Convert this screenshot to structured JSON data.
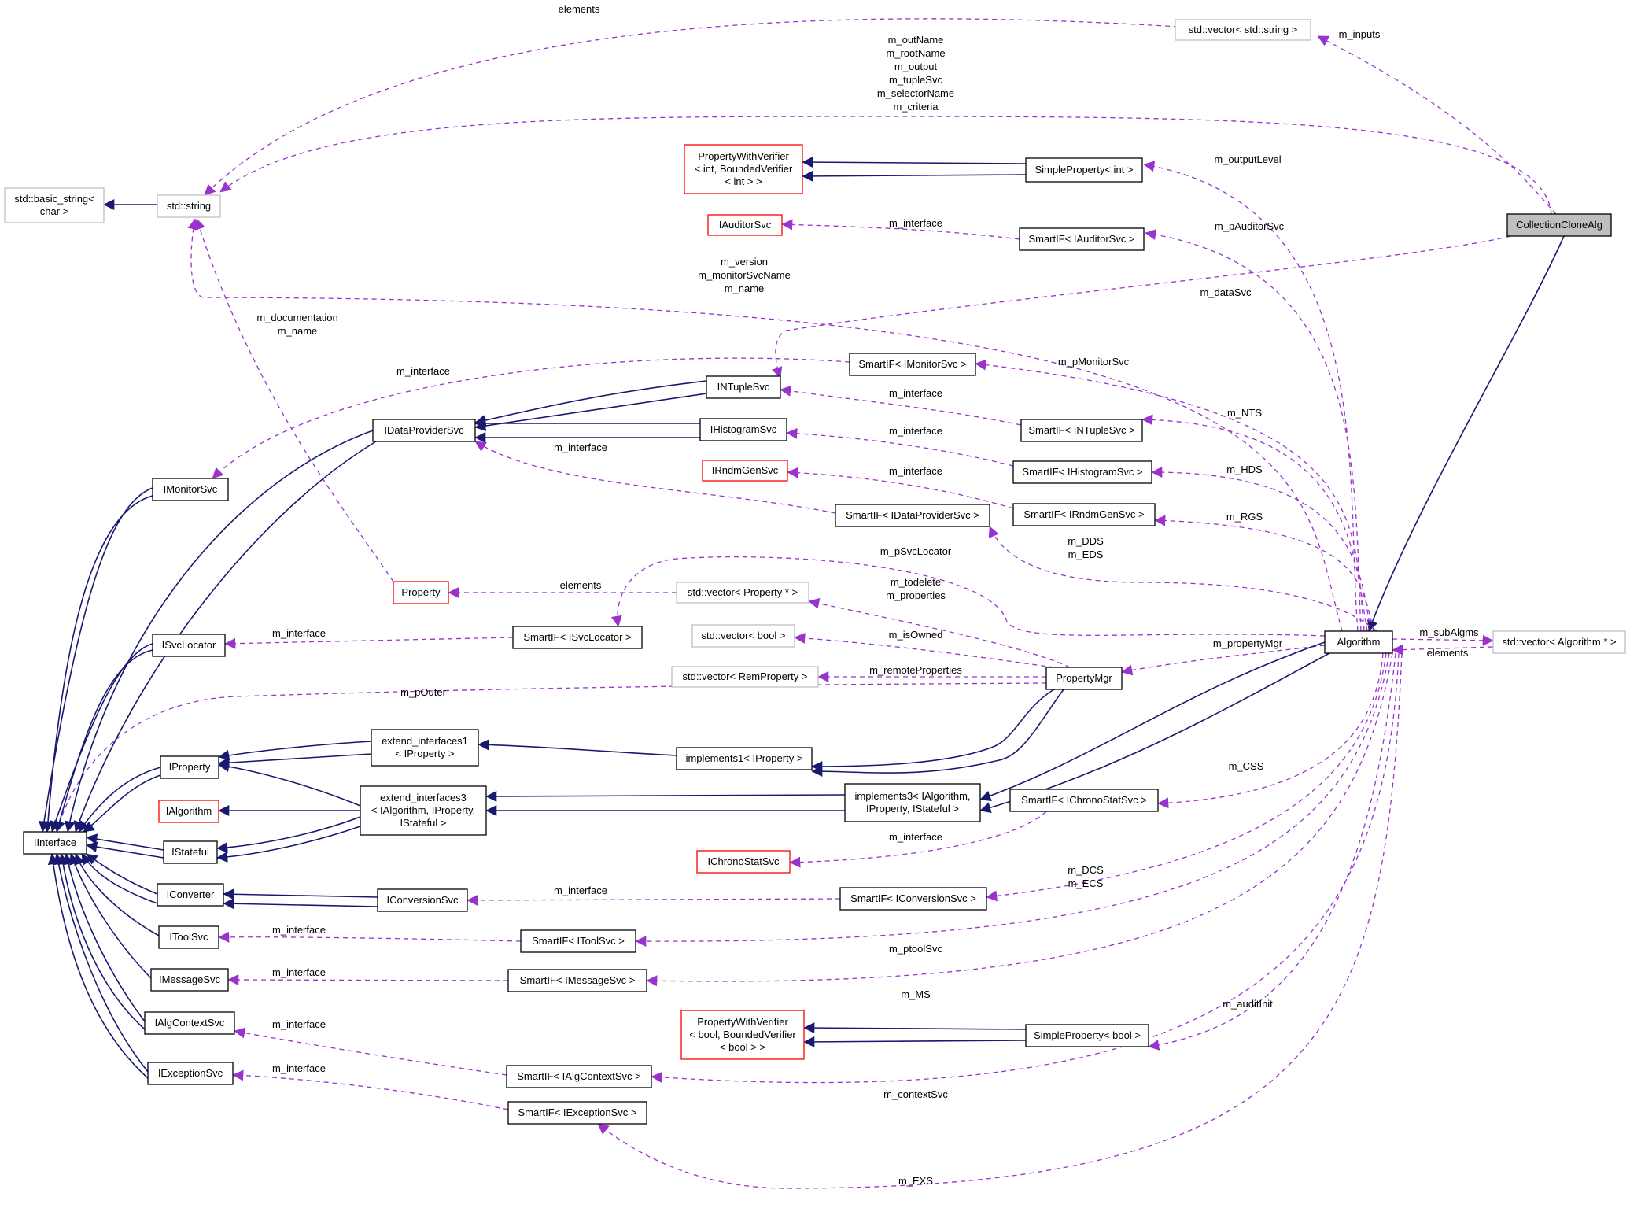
{
  "colors": {
    "inheritance": "#191970",
    "usage": "#9a32cd",
    "box_normal": "#000000",
    "box_incomplete": "#bfbfbf",
    "box_undocumented": "#ff0000",
    "focus_fill": "#bfbfbf"
  },
  "nodes": [
    {
      "id": "CollectionCloneAlg",
      "lines": [
        "CollectionCloneAlg"
      ],
      "style": "focus"
    },
    {
      "id": "Algorithm",
      "lines": [
        "Algorithm"
      ],
      "style": "normal"
    },
    {
      "id": "vecString",
      "lines": [
        "std::vector< std::string >"
      ],
      "style": "grey"
    },
    {
      "id": "stdstring",
      "lines": [
        "std::string"
      ],
      "style": "grey"
    },
    {
      "id": "basicstring",
      "lines": [
        "std::basic_string<",
        "char >"
      ],
      "style": "grey"
    },
    {
      "id": "PWVint",
      "lines": [
        "PropertyWithVerifier",
        "< int, BoundedVerifier",
        "< int > >"
      ],
      "style": "red"
    },
    {
      "id": "SPint",
      "lines": [
        "SimpleProperty< int >"
      ],
      "style": "normal"
    },
    {
      "id": "IAuditorSvc",
      "lines": [
        "IAuditorSvc"
      ],
      "style": "red"
    },
    {
      "id": "SIFAuditor",
      "lines": [
        "SmartIF< IAuditorSvc >"
      ],
      "style": "normal"
    },
    {
      "id": "SIFMonitor",
      "lines": [
        "SmartIF< IMonitorSvc >"
      ],
      "style": "normal"
    },
    {
      "id": "INTupleSvc",
      "lines": [
        "INTupleSvc"
      ],
      "style": "normal"
    },
    {
      "id": "SIFNTuple",
      "lines": [
        "SmartIF< INTupleSvc >"
      ],
      "style": "normal"
    },
    {
      "id": "IDataProviderSvc",
      "lines": [
        "IDataProviderSvc"
      ],
      "style": "normal"
    },
    {
      "id": "IHistogramSvc",
      "lines": [
        "IHistogramSvc"
      ],
      "style": "normal"
    },
    {
      "id": "SIFHist",
      "lines": [
        "SmartIF< IHistogramSvc >"
      ],
      "style": "normal"
    },
    {
      "id": "IRndmGenSvc",
      "lines": [
        "IRndmGenSvc"
      ],
      "style": "red"
    },
    {
      "id": "SIFRndm",
      "lines": [
        "SmartIF< IRndmGenSvc >"
      ],
      "style": "normal"
    },
    {
      "id": "SIFDataProv",
      "lines": [
        "SmartIF< IDataProviderSvc >"
      ],
      "style": "normal"
    },
    {
      "id": "IMonitorSvc",
      "lines": [
        "IMonitorSvc"
      ],
      "style": "normal"
    },
    {
      "id": "Property",
      "lines": [
        "Property"
      ],
      "style": "red"
    },
    {
      "id": "vecProp",
      "lines": [
        "std::vector< Property * >"
      ],
      "style": "grey"
    },
    {
      "id": "vecBool",
      "lines": [
        "std::vector< bool >"
      ],
      "style": "grey"
    },
    {
      "id": "vecRem",
      "lines": [
        "std::vector< RemProperty >"
      ],
      "style": "grey"
    },
    {
      "id": "ISvcLocator",
      "lines": [
        "ISvcLocator"
      ],
      "style": "normal"
    },
    {
      "id": "SIFSvcLoc",
      "lines": [
        "SmartIF< ISvcLocator >"
      ],
      "style": "normal"
    },
    {
      "id": "PropertyMgr",
      "lines": [
        "PropertyMgr"
      ],
      "style": "normal"
    },
    {
      "id": "vecAlg",
      "lines": [
        "std::vector< Algorithm * >"
      ],
      "style": "grey"
    },
    {
      "id": "IProperty",
      "lines": [
        "IProperty"
      ],
      "style": "normal"
    },
    {
      "id": "ext1",
      "lines": [
        "extend_interfaces1",
        "< IProperty >"
      ],
      "style": "normal"
    },
    {
      "id": "impl1",
      "lines": [
        "implements1< IProperty >"
      ],
      "style": "normal"
    },
    {
      "id": "IAlgorithm",
      "lines": [
        "IAlgorithm"
      ],
      "style": "red"
    },
    {
      "id": "ext3",
      "lines": [
        "extend_interfaces3",
        "< IAlgorithm, IProperty,",
        "IStateful >"
      ],
      "style": "normal"
    },
    {
      "id": "impl3",
      "lines": [
        "implements3< IAlgorithm,",
        "IProperty, IStateful >"
      ],
      "style": "normal"
    },
    {
      "id": "SIFChrono",
      "lines": [
        "SmartIF< IChronoStatSvc >"
      ],
      "style": "normal"
    },
    {
      "id": "IInterface",
      "lines": [
        "IInterface"
      ],
      "style": "normal"
    },
    {
      "id": "IStateful",
      "lines": [
        "IStateful"
      ],
      "style": "normal"
    },
    {
      "id": "IChronoStatSvc",
      "lines": [
        "IChronoStatSvc"
      ],
      "style": "red"
    },
    {
      "id": "IConverter",
      "lines": [
        "IConverter"
      ],
      "style": "normal"
    },
    {
      "id": "IConversionSvc",
      "lines": [
        "IConversionSvc"
      ],
      "style": "normal"
    },
    {
      "id": "SIFConv",
      "lines": [
        "SmartIF< IConversionSvc >"
      ],
      "style": "normal"
    },
    {
      "id": "IToolSvc",
      "lines": [
        "IToolSvc"
      ],
      "style": "normal"
    },
    {
      "id": "SIFTool",
      "lines": [
        "SmartIF< IToolSvc >"
      ],
      "style": "normal"
    },
    {
      "id": "IMessageSvc",
      "lines": [
        "IMessageSvc"
      ],
      "style": "normal"
    },
    {
      "id": "SIFMsg",
      "lines": [
        "SmartIF< IMessageSvc >"
      ],
      "style": "normal"
    },
    {
      "id": "PWVbool",
      "lines": [
        "PropertyWithVerifier",
        "< bool, BoundedVerifier",
        "< bool > >"
      ],
      "style": "red"
    },
    {
      "id": "SPbool",
      "lines": [
        "SimpleProperty< bool >"
      ],
      "style": "normal"
    },
    {
      "id": "IAlgContextSvc",
      "lines": [
        "IAlgContextSvc"
      ],
      "style": "normal"
    },
    {
      "id": "SIFAlgCtx",
      "lines": [
        "SmartIF< IAlgContextSvc >"
      ],
      "style": "normal"
    },
    {
      "id": "IExceptionSvc",
      "lines": [
        "IExceptionSvc"
      ],
      "style": "normal"
    },
    {
      "id": "SIFExc",
      "lines": [
        "SmartIF< IExceptionSvc >"
      ],
      "style": "normal"
    }
  ],
  "edge_labels": [
    {
      "id": "el_elements_top",
      "lines": [
        "elements"
      ]
    },
    {
      "id": "el_inputs",
      "lines": [
        "m_inputs"
      ]
    },
    {
      "id": "el_names",
      "lines": [
        "m_outName",
        "m_rootName",
        "m_output",
        "m_tupleSvc",
        "m_selectorName",
        "m_criteria"
      ]
    },
    {
      "id": "el_outputLevel",
      "lines": [
        "m_outputLevel"
      ]
    },
    {
      "id": "el_auditor_iface",
      "lines": [
        "m_interface"
      ]
    },
    {
      "id": "el_pAuditorSvc",
      "lines": [
        "m_pAuditorSvc"
      ]
    },
    {
      "id": "el_version",
      "lines": [
        "m_version",
        "m_monitorSvcName",
        "m_name"
      ]
    },
    {
      "id": "el_dataSvc",
      "lines": [
        "m_dataSvc"
      ]
    },
    {
      "id": "el_doc",
      "lines": [
        "m_documentation",
        "m_name"
      ]
    },
    {
      "id": "el_monitor_iface",
      "lines": [
        "m_interface"
      ]
    },
    {
      "id": "el_pMonitorSvc",
      "lines": [
        "m_pMonitorSvc"
      ]
    },
    {
      "id": "el_ntuple_iface",
      "lines": [
        "m_interface"
      ]
    },
    {
      "id": "el_NTS",
      "lines": [
        "m_NTS"
      ]
    },
    {
      "id": "el_hist_iface",
      "lines": [
        "m_interface"
      ]
    },
    {
      "id": "el_dataprov_iface",
      "lines": [
        "m_interface"
      ]
    },
    {
      "id": "el_HDS",
      "lines": [
        "m_HDS"
      ]
    },
    {
      "id": "el_rndm_iface",
      "lines": [
        "m_interface"
      ]
    },
    {
      "id": "el_RGS",
      "lines": [
        "m_RGS"
      ]
    },
    {
      "id": "el_DDS",
      "lines": [
        "m_DDS",
        "m_EDS"
      ]
    },
    {
      "id": "el_pSvcLocator",
      "lines": [
        "m_pSvcLocator"
      ]
    },
    {
      "id": "el_prop_elements",
      "lines": [
        "elements"
      ]
    },
    {
      "id": "el_todelete",
      "lines": [
        "m_todelete",
        "m_properties"
      ]
    },
    {
      "id": "el_svcloc_iface",
      "lines": [
        "m_interface"
      ]
    },
    {
      "id": "el_isOwned",
      "lines": [
        "m_isOwned"
      ]
    },
    {
      "id": "el_subAlgms",
      "lines": [
        "m_subAlgms"
      ]
    },
    {
      "id": "el_alg_elements",
      "lines": [
        "elements"
      ]
    },
    {
      "id": "el_propertyMgr",
      "lines": [
        "m_propertyMgr"
      ]
    },
    {
      "id": "el_remote",
      "lines": [
        "m_remoteProperties"
      ]
    },
    {
      "id": "el_pOuter",
      "lines": [
        "m_pOuter"
      ]
    },
    {
      "id": "el_CSS",
      "lines": [
        "m_CSS"
      ]
    },
    {
      "id": "el_chrono_iface",
      "lines": [
        "m_interface"
      ]
    },
    {
      "id": "el_DCS",
      "lines": [
        "m_DCS",
        "m_ECS"
      ]
    },
    {
      "id": "el_conv_iface",
      "lines": [
        "m_interface"
      ]
    },
    {
      "id": "el_tool_iface",
      "lines": [
        "m_interface"
      ]
    },
    {
      "id": "el_ptoolSvc",
      "lines": [
        "m_ptoolSvc"
      ]
    },
    {
      "id": "el_msg_iface",
      "lines": [
        "m_interface"
      ]
    },
    {
      "id": "el_MS",
      "lines": [
        "m_MS"
      ]
    },
    {
      "id": "el_auditInit",
      "lines": [
        "m_auditInit"
      ]
    },
    {
      "id": "el_algctx_iface",
      "lines": [
        "m_interface"
      ]
    },
    {
      "id": "el_contextSvc",
      "lines": [
        "m_contextSvc"
      ]
    },
    {
      "id": "el_exc_iface",
      "lines": [
        "m_interface"
      ]
    },
    {
      "id": "el_EXS",
      "lines": [
        "m_EXS"
      ]
    }
  ]
}
